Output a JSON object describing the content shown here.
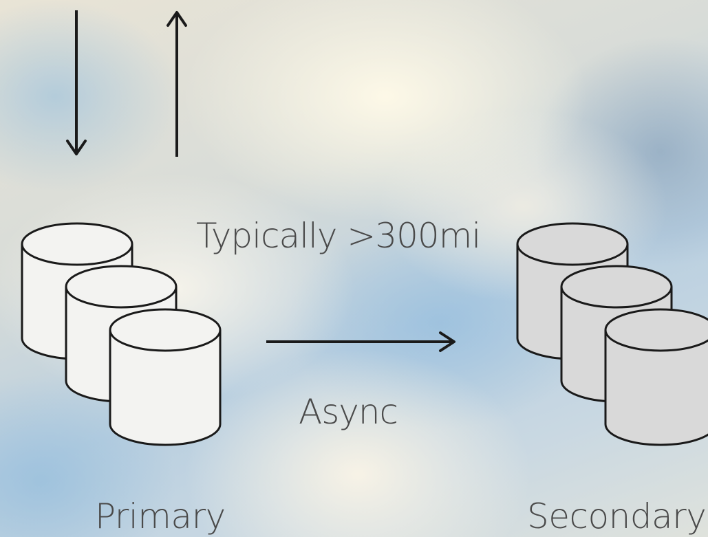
{
  "labels": {
    "distance": "Typically >300mi",
    "async": "Async",
    "primary": "Primary",
    "secondary": "Secondary"
  },
  "colors": {
    "primary_db_fill": "#f3f3f1",
    "secondary_db_fill": "#d9d9d9",
    "stroke": "#1a1a1a",
    "text": "#4a4a4a"
  },
  "icons": {
    "primary_databases": "database-cylinder-icon",
    "secondary_databases": "database-cylinder-icon",
    "request_arrow": "arrow-down-icon",
    "response_arrow": "arrow-up-icon",
    "replication_arrow": "arrow-right-icon"
  }
}
